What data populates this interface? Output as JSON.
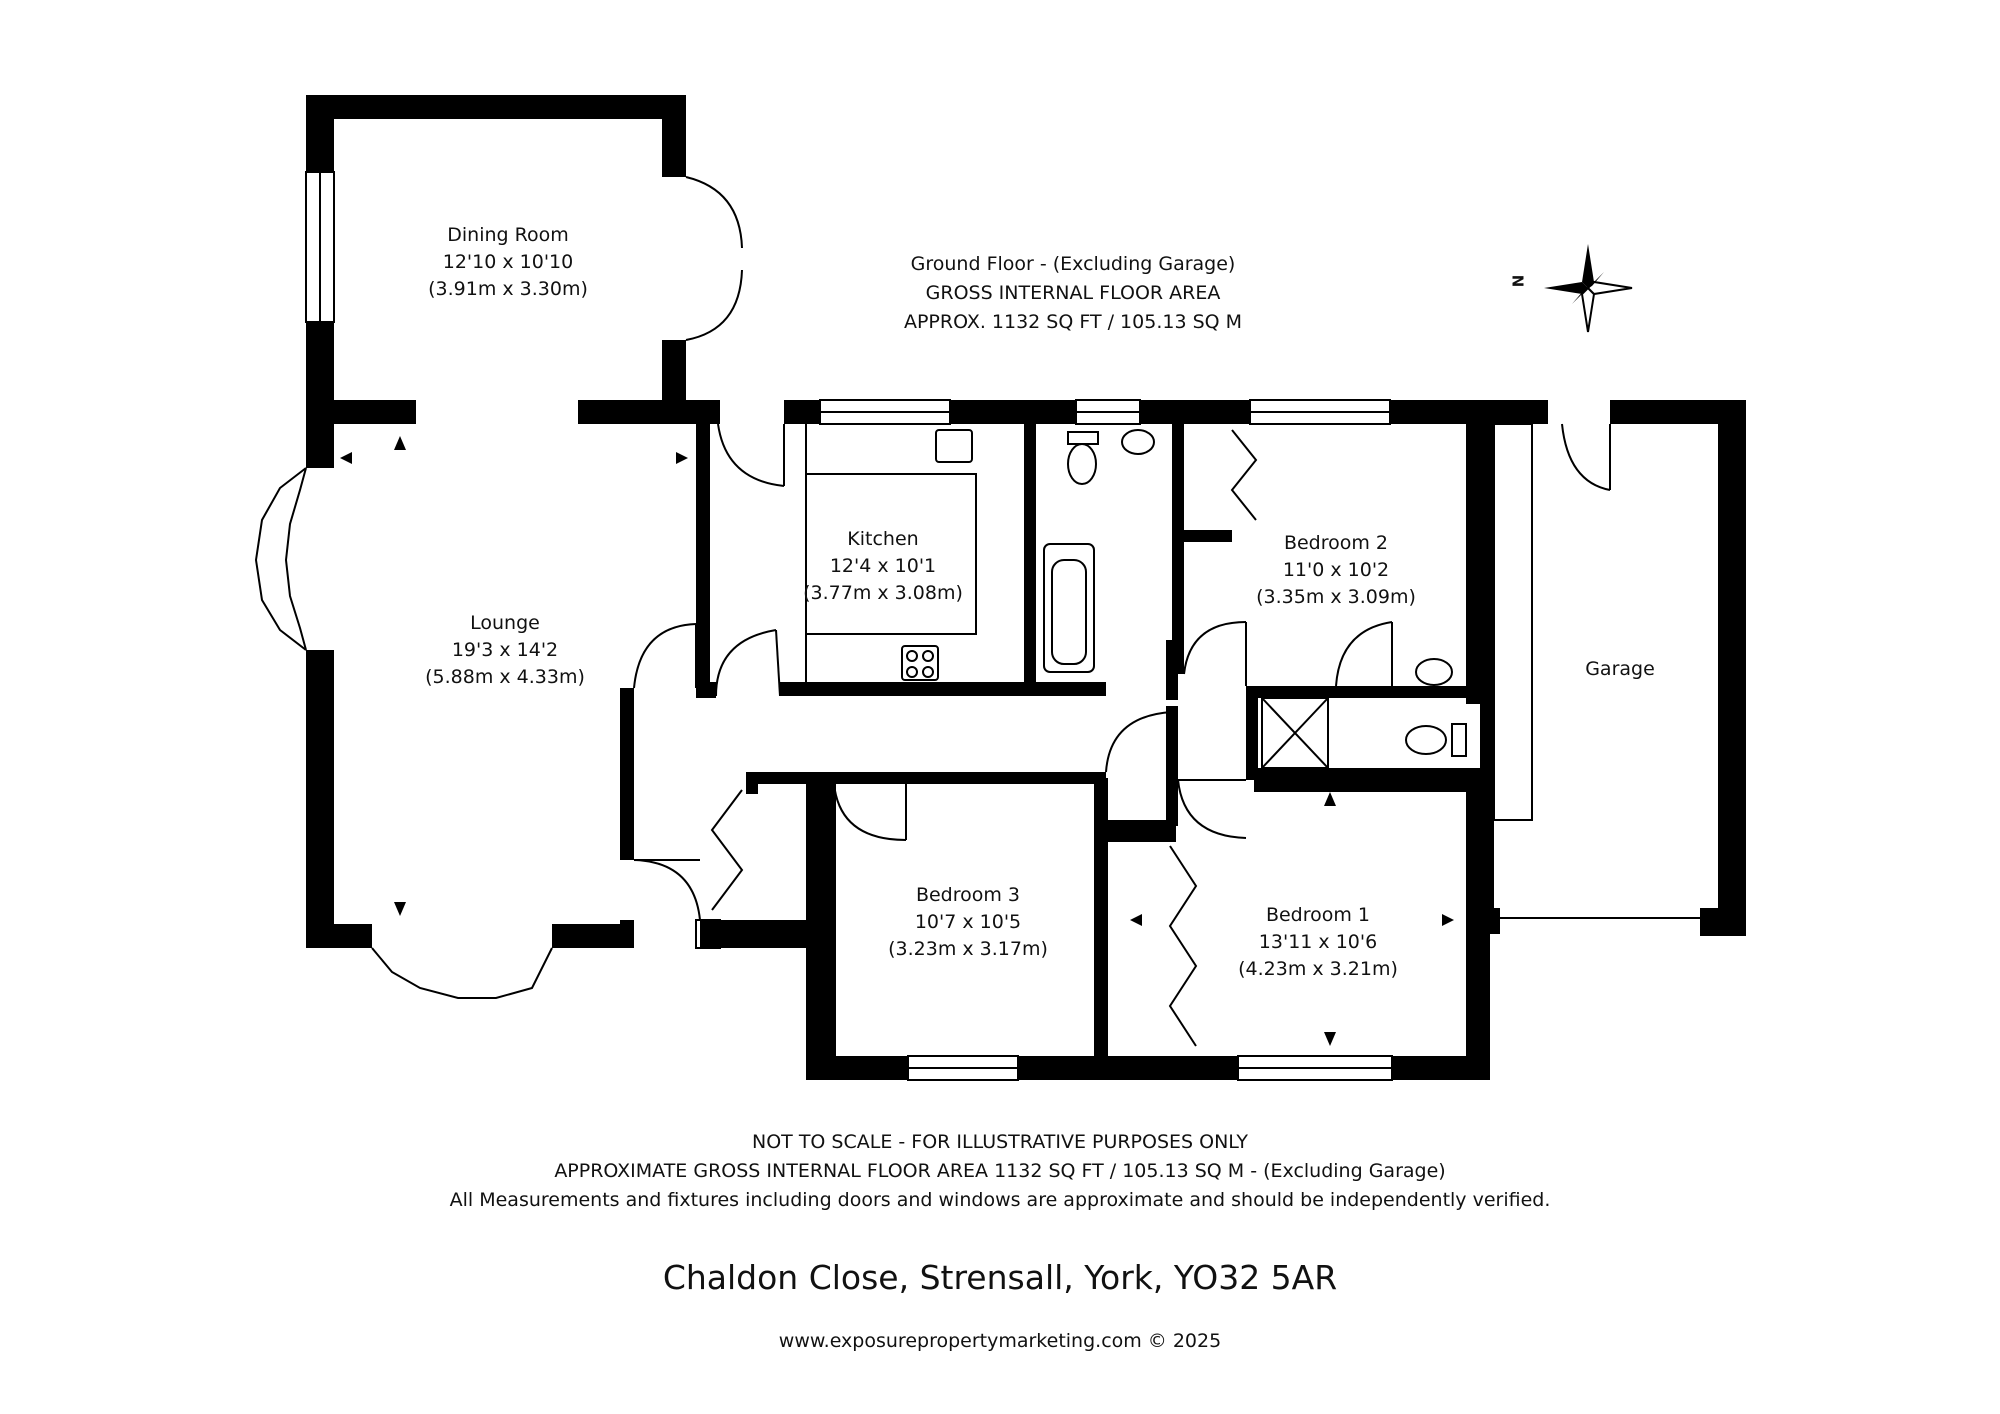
{
  "header": {
    "line1": "Ground Floor - (Excluding Garage)",
    "line2": "GROSS INTERNAL FLOOR AREA",
    "line3": "APPROX. 1132 SQ FT / 105.13 SQ M"
  },
  "compass": {
    "north_label": "N"
  },
  "rooms": {
    "dining": {
      "name": "Dining Room",
      "imperial": "12'10 x 10'10",
      "metric": "(3.91m x 3.30m)"
    },
    "lounge": {
      "name": "Lounge",
      "imperial": "19'3 x 14'2",
      "metric": "(5.88m x 4.33m)"
    },
    "kitchen": {
      "name": "Kitchen",
      "imperial": "12'4 x 10'1",
      "metric": "(3.77m x 3.08m)"
    },
    "bedroom2": {
      "name": "Bedroom 2",
      "imperial": "11'0 x 10'2",
      "metric": "(3.35m x 3.09m)"
    },
    "garage": {
      "name": "Garage"
    },
    "bedroom3": {
      "name": "Bedroom 3",
      "imperial": "10'7 x 10'5",
      "metric": "(3.23m x 3.17m)"
    },
    "bedroom1": {
      "name": "Bedroom 1",
      "imperial": "13'11 x 10'6",
      "metric": "(4.23m x 3.21m)"
    }
  },
  "footer": {
    "line1": "NOT TO SCALE - FOR ILLUSTRATIVE PURPOSES ONLY",
    "line2": "APPROXIMATE GROSS INTERNAL FLOOR AREA 1132 SQ FT / 105.13 SQ M - (Excluding Garage)",
    "line3": "All Measurements and fixtures including doors and windows are approximate and should be independently verified."
  },
  "address": "Chaldon Close, Strensall, York, YO32 5AR",
  "website": "www.exposurepropertymarketing.com © 2025"
}
